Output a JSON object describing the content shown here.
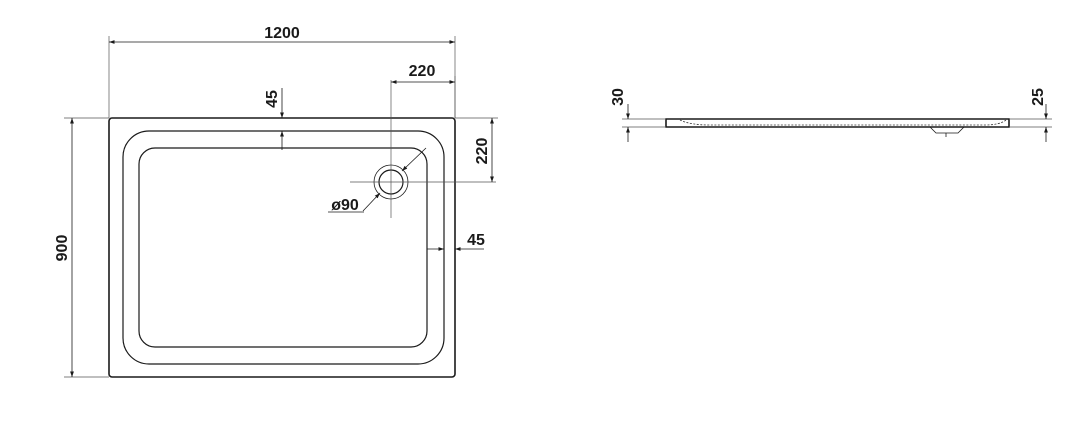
{
  "drawing": {
    "top_view": {
      "width_label": "1200",
      "height_label": "900",
      "drain_offset_x_label": "220",
      "drain_offset_y_label": "220",
      "rim_top_label": "45",
      "rim_side_label": "45",
      "drain_diameter_label": "ø90"
    },
    "side_view": {
      "left_height_label": "30",
      "right_height_label": "25"
    }
  }
}
